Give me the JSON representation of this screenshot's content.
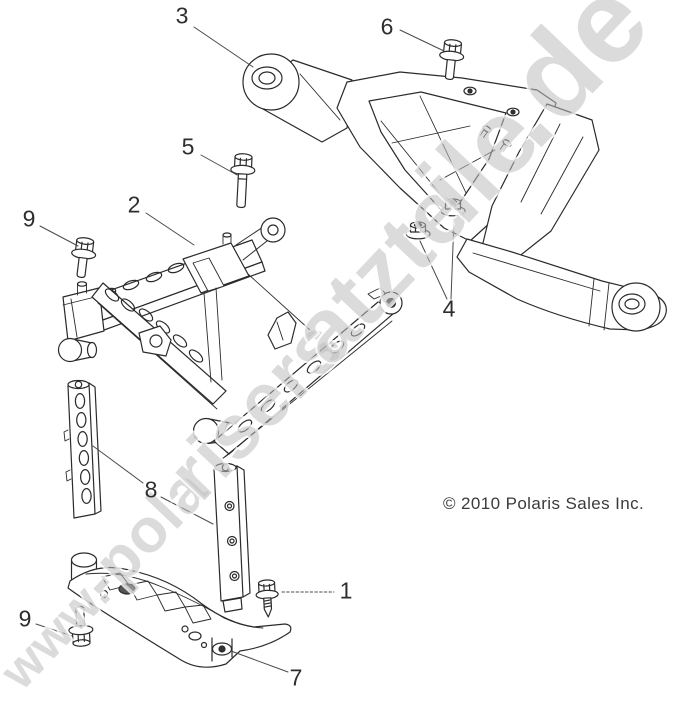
{
  "diagram": {
    "copyright": "© 2010 Polaris Sales Inc.",
    "watermark": {
      "full_text": "www.-polarisersatzteile.de",
      "segments": [
        "www.",
        "-pola",
        "risers",
        "atzte",
        "ile",
        ".de"
      ]
    },
    "callouts": {
      "item1": "1",
      "item2": "2",
      "item3": "3",
      "item4": "4",
      "item5": "5",
      "item6": "6",
      "item7": "7",
      "item8": "8",
      "item9_upper": "9",
      "item9_lower": "9"
    },
    "colors": {
      "background": "#ffffff",
      "line_art": "#2b2b2b",
      "leader_line": "#4a4a4a",
      "watermark_fill": "#bdbdbd",
      "copyright_text": "#3b3b3b"
    }
  }
}
